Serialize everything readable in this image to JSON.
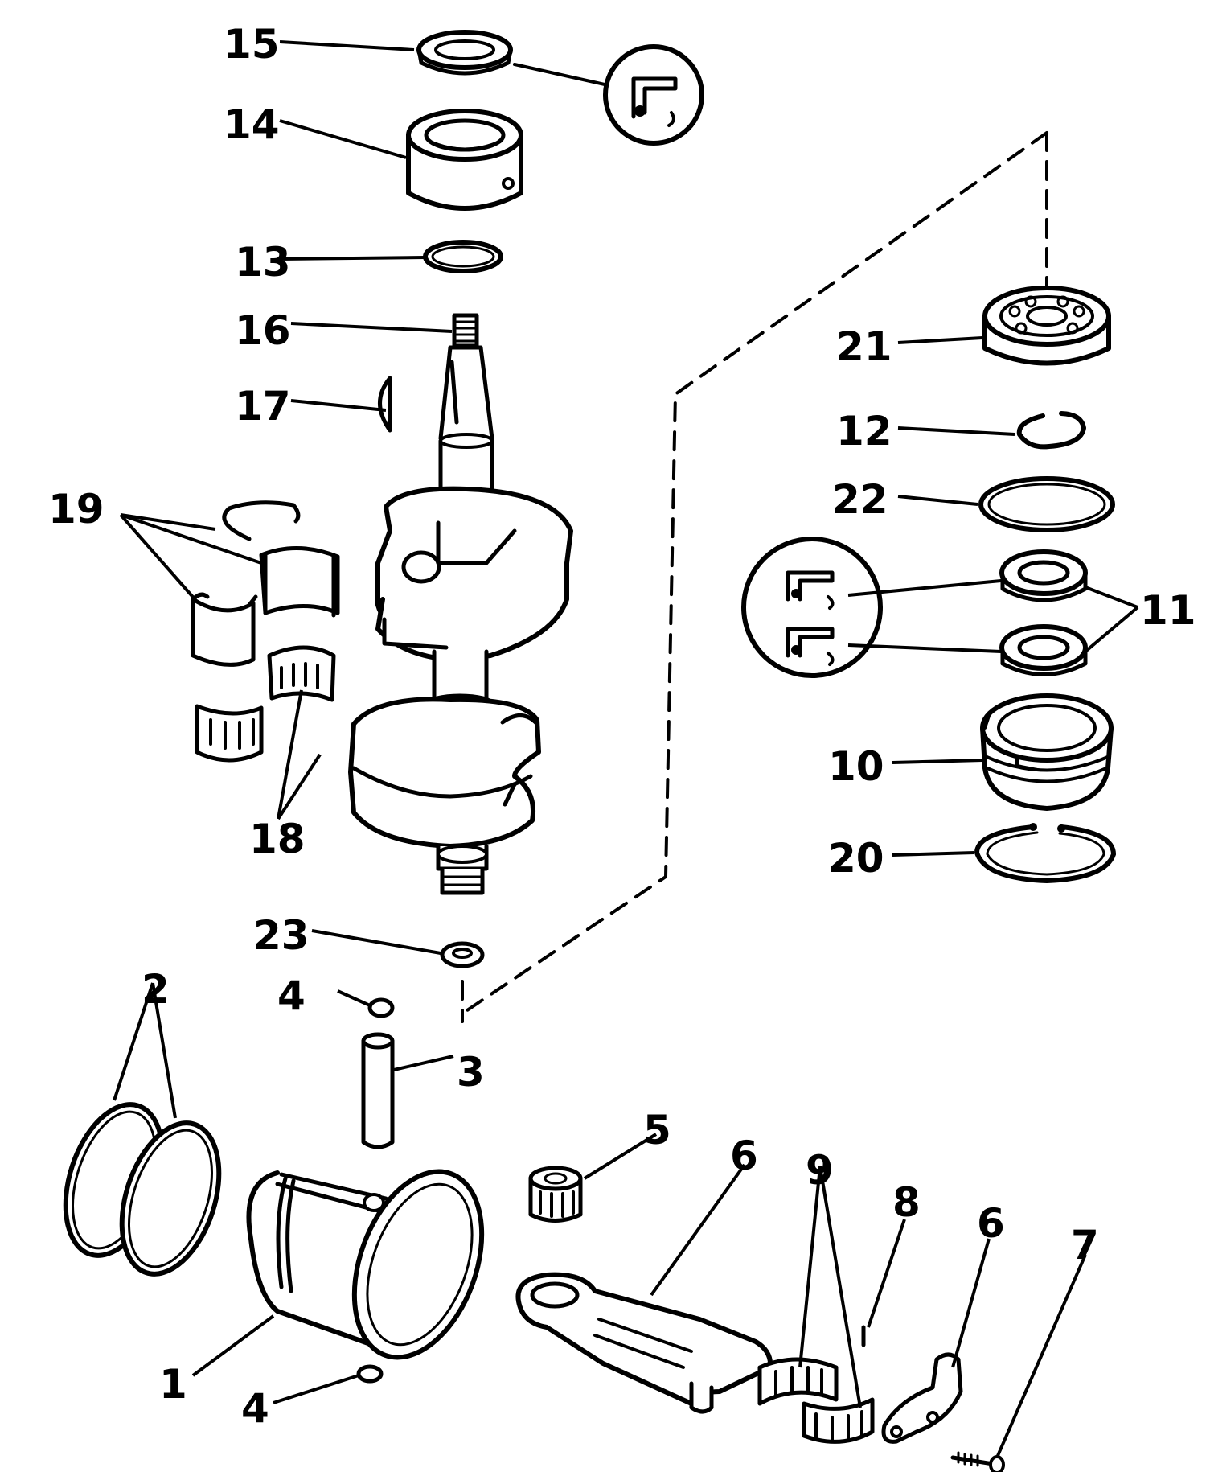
{
  "diagram": {
    "colors": {
      "ink": "#000000",
      "paper": "#ffffff"
    },
    "callouts": [
      {
        "id": "1",
        "text": "1"
      },
      {
        "id": "2",
        "text": "2"
      },
      {
        "id": "3",
        "text": "3"
      },
      {
        "id": "4a",
        "text": "4"
      },
      {
        "id": "4b",
        "text": "4"
      },
      {
        "id": "5",
        "text": "5"
      },
      {
        "id": "6a",
        "text": "6"
      },
      {
        "id": "6b",
        "text": "6"
      },
      {
        "id": "7",
        "text": "7"
      },
      {
        "id": "8",
        "text": "8"
      },
      {
        "id": "9",
        "text": "9"
      },
      {
        "id": "10",
        "text": "10"
      },
      {
        "id": "11",
        "text": "11"
      },
      {
        "id": "12",
        "text": "12"
      },
      {
        "id": "13",
        "text": "13"
      },
      {
        "id": "14",
        "text": "14"
      },
      {
        "id": "15",
        "text": "15"
      },
      {
        "id": "16",
        "text": "16"
      },
      {
        "id": "17",
        "text": "17"
      },
      {
        "id": "18",
        "text": "18"
      },
      {
        "id": "19",
        "text": "19"
      },
      {
        "id": "20",
        "text": "20"
      },
      {
        "id": "21",
        "text": "21"
      },
      {
        "id": "22",
        "text": "22"
      },
      {
        "id": "23",
        "text": "23"
      }
    ]
  }
}
